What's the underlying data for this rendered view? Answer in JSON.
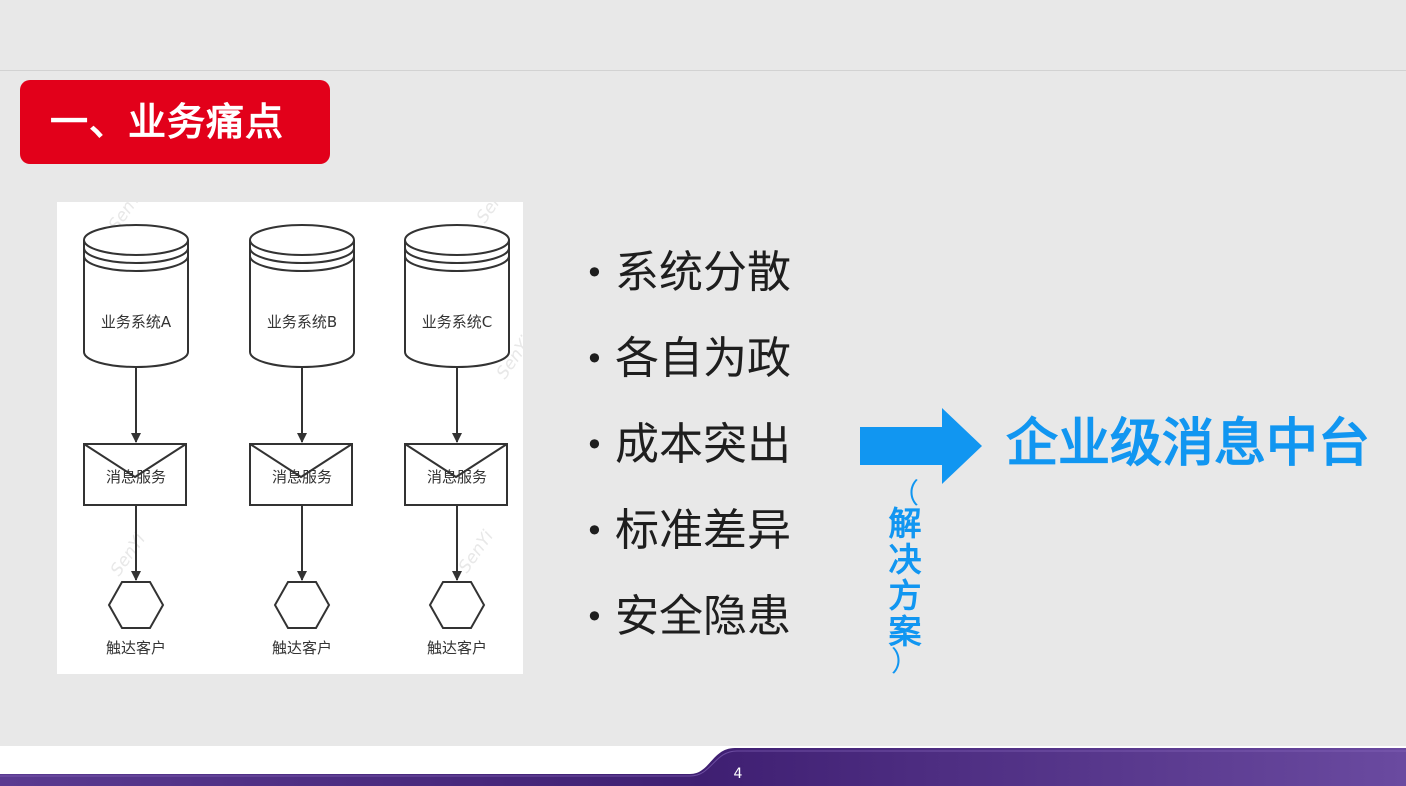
{
  "slide": {
    "section_title": "一、业务痛点",
    "page_number": "4"
  },
  "diagram": {
    "watermark": "SenYi",
    "columns": [
      {
        "system": "业务系统A",
        "service": "消息服务",
        "target": "触达客户"
      },
      {
        "system": "业务系统B",
        "service": "消息服务",
        "target": "触达客户"
      },
      {
        "system": "业务系统C",
        "service": "消息服务",
        "target": "触达客户"
      }
    ]
  },
  "pain_points": {
    "bullet": "•",
    "items": [
      "系统分散",
      "各自为政",
      "成本突出",
      "标准差异",
      "安全隐患"
    ]
  },
  "solution": {
    "open_paren": "（",
    "label": "解决方案",
    "close_paren": "）",
    "result": "企业级消息中台"
  },
  "colors": {
    "background": "#e8e8e8",
    "badge_red": "#e2001a",
    "accent_blue": "#1196f1",
    "footer_purple": "#3f1f72"
  },
  "icons": {
    "database": "cylinder-icon",
    "envelope": "envelope-icon",
    "customer": "hexagon-icon",
    "arrow": "right-arrow-icon"
  }
}
